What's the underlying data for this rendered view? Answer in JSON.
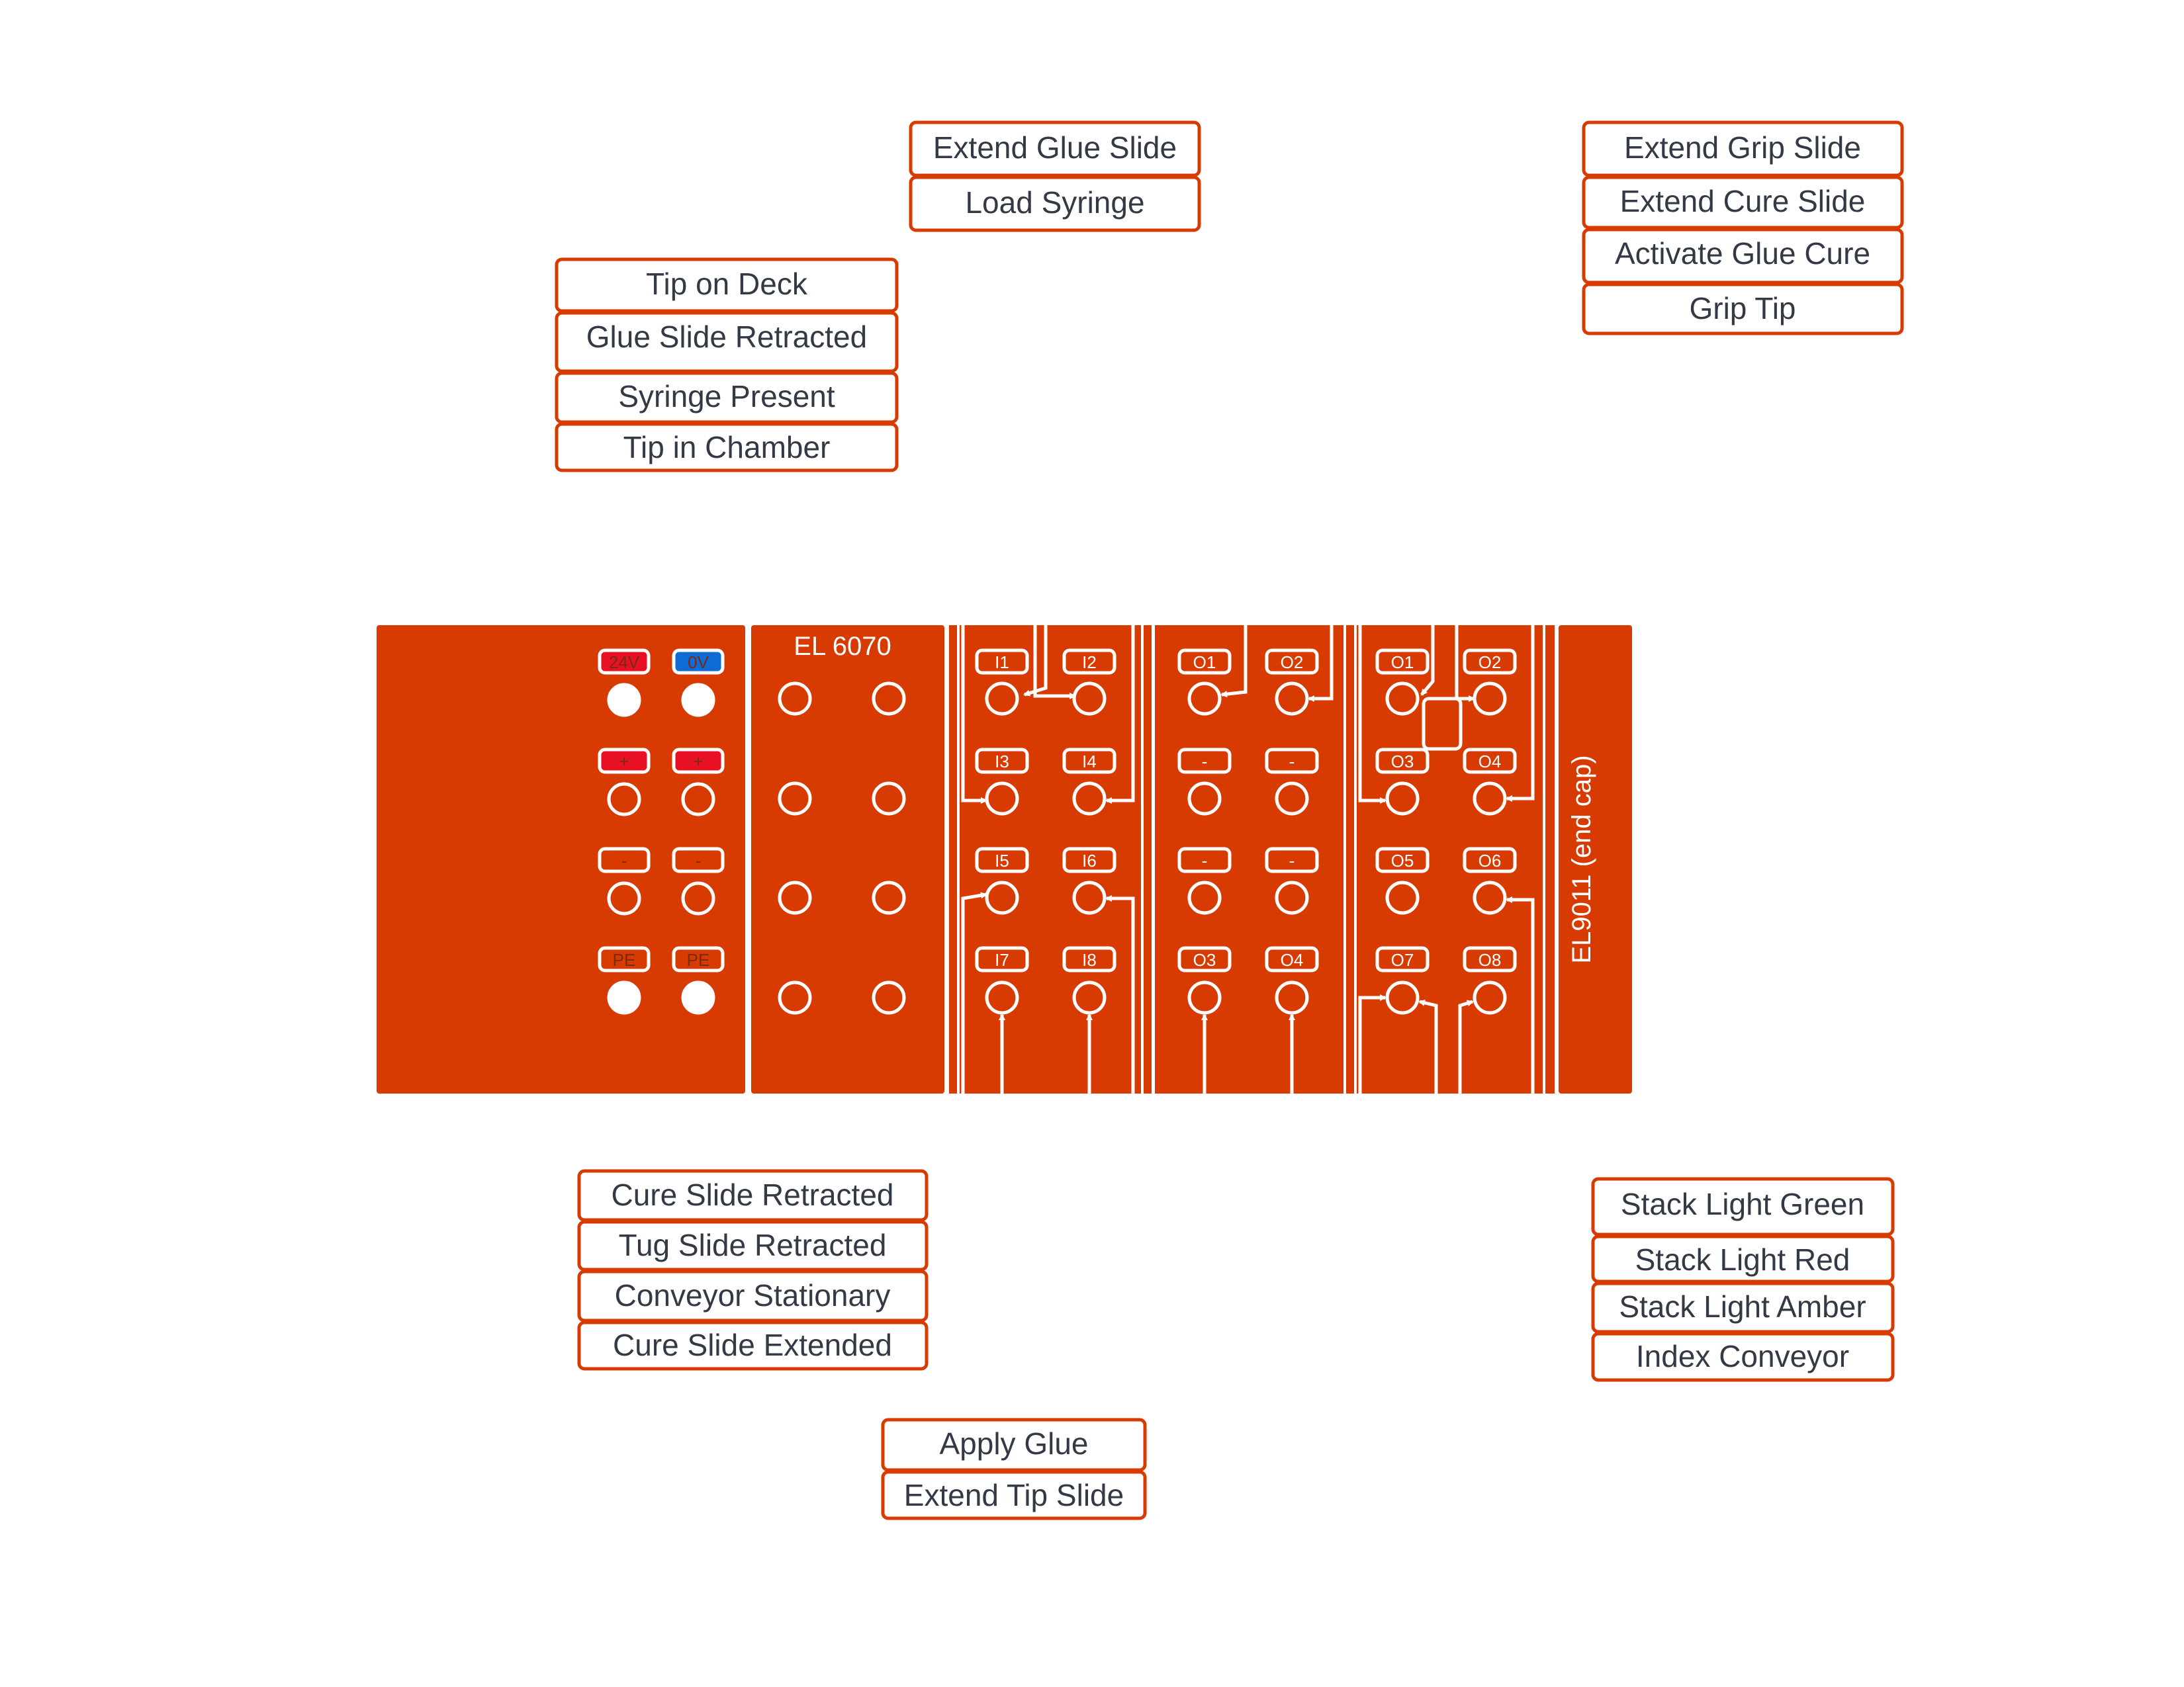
{
  "colors": {
    "module": "#d83b01",
    "label_border": "#d83b01",
    "label_text": "#333a45",
    "tag_red": "#e81123",
    "tag_blue": "#0f6bd6",
    "white": "#ffffff"
  },
  "labels": {
    "top_center": [
      "Extend Glue Slide",
      "Load Syringe"
    ],
    "top_left": [
      "Tip on Deck",
      "Glue Slide Retracted",
      "Syringe Present",
      "Tip in Chamber"
    ],
    "top_right": [
      "Extend Grip Slide",
      "Extend Cure Slide",
      "Activate Glue Cure",
      "Grip Tip"
    ],
    "bottom_left": [
      "Cure Slide Retracted",
      "Tug Slide Retracted",
      "Conveyor Stationary",
      "Cure Slide Extended"
    ],
    "bottom_center": [
      "Apply Glue",
      "Extend Tip Slide"
    ],
    "bottom_right": [
      "Stack Light Green",
      "Stack Light Red",
      "Stack Light Amber",
      "Index Conveyor"
    ]
  },
  "modules": {
    "power": {
      "tags": [
        "24V",
        "0V",
        "+",
        "+",
        "-",
        "-",
        "PE",
        "PE"
      ]
    },
    "coupler": {
      "title": "EL 6070"
    },
    "inputs": {
      "tags": [
        "I1",
        "I2",
        "I3",
        "I4",
        "I5",
        "I6",
        "I7",
        "I8"
      ]
    },
    "outputs4": {
      "tags": [
        "O1",
        "O2",
        "-",
        "-",
        "-",
        "-",
        "O3",
        "O4"
      ]
    },
    "outputs8": {
      "tags": [
        "O1",
        "O2",
        "O3",
        "O4",
        "O5",
        "O6",
        "O7",
        "O8"
      ]
    },
    "endcap": {
      "title": "EL9011 (end cap)"
    }
  }
}
